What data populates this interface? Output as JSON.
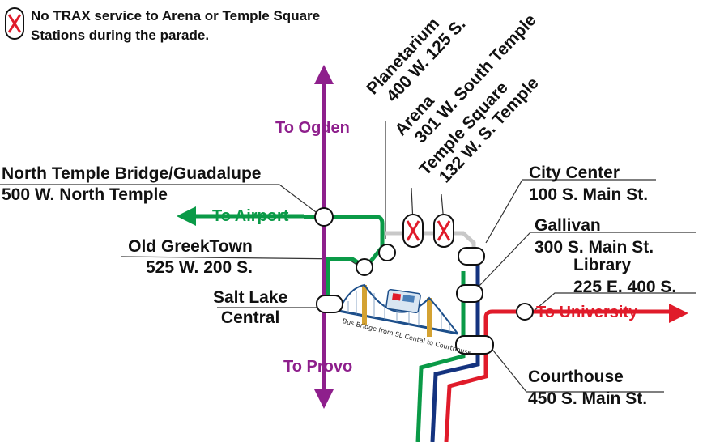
{
  "legend": {
    "notice_line1": "No TRAX service to Arena or Temple Square",
    "notice_line2": "Stations during the parade."
  },
  "directions": {
    "ogden": "To Ogden",
    "provo": "To Provo",
    "airport": "To Airport",
    "university": "To University"
  },
  "stations": {
    "north_temple_bridge": {
      "name": "North Temple Bridge/Guadalupe",
      "address": "500 W. North Temple"
    },
    "old_greektown": {
      "name": "Old GreekTown",
      "address": "525 W. 200 S."
    },
    "salt_lake_central": {
      "name_line1": "Salt Lake",
      "name_line2": "Central"
    },
    "planetarium": {
      "name": "Planetarium",
      "address": "400 W. 125 S."
    },
    "arena": {
      "name": "Arena",
      "address": "301 W. South Temple",
      "closed": true
    },
    "temple_square": {
      "name": "Temple Square",
      "address": "132 W. S. Temple",
      "closed": true
    },
    "city_center": {
      "name": "City Center",
      "address": "100 S. Main St."
    },
    "gallivan": {
      "name": "Gallivan",
      "address": "300 S. Main St."
    },
    "library": {
      "name": "Library",
      "address": "225 E. 400 S."
    },
    "courthouse": {
      "name": "Courthouse",
      "address": "450 S. Main St."
    }
  },
  "bus_bridge": {
    "caption": "Bus Bridge from SL Cental to Courthouse"
  },
  "colors": {
    "frontrunner": "#8e1f8c",
    "green_line": "#0a9a47",
    "blue_line": "#14337f",
    "red_line": "#e01b2a",
    "closed_track": "#c8c8c8",
    "closed_marker": "#e01b2a"
  }
}
